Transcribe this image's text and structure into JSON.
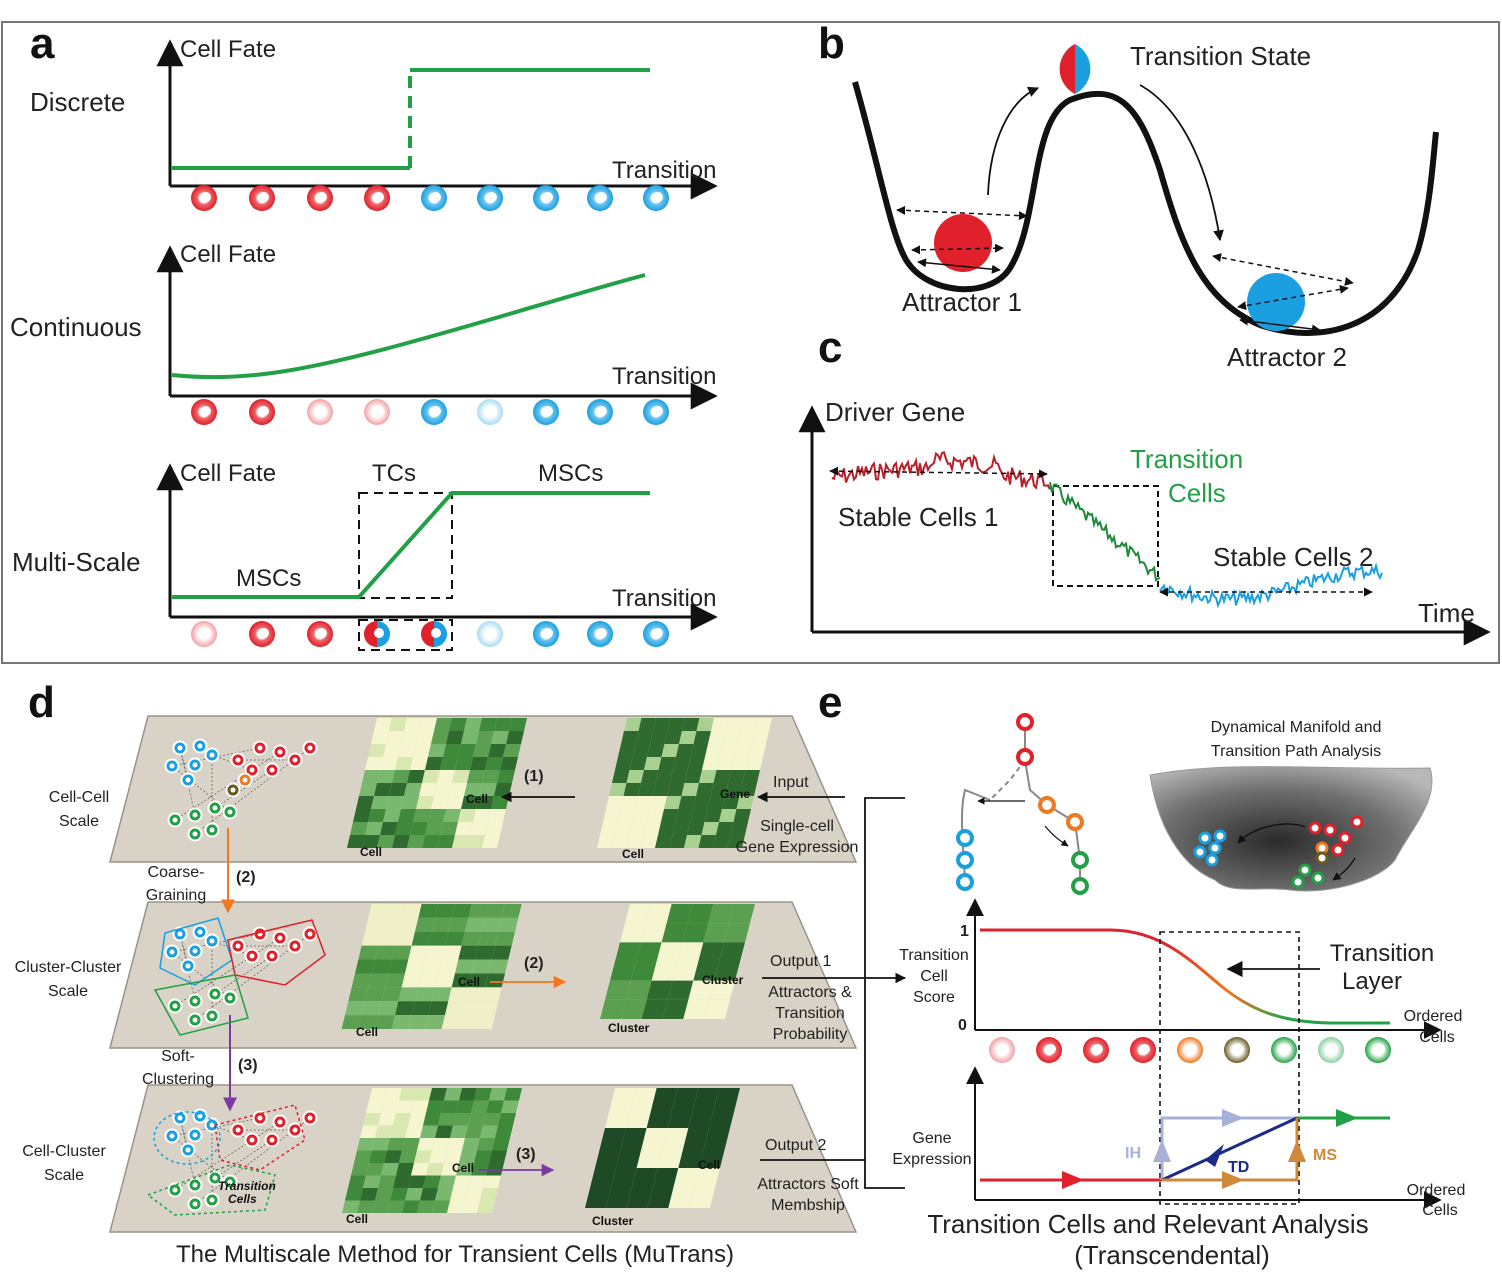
{
  "panels": {
    "a": {
      "letter": "a",
      "rows": [
        {
          "name": "Discrete",
          "ylabel": "Cell Fate",
          "xlabel": "Transition"
        },
        {
          "name": "Continuous",
          "ylabel": "Cell Fate",
          "xlabel": "Transition"
        },
        {
          "name": "Multi-Scale",
          "ylabel": "Cell Fate",
          "xlabel": "Transition",
          "tcs": "TCs",
          "mscs_right": "MSCs",
          "mscs_left": "MSCs"
        }
      ]
    },
    "b": {
      "letter": "b",
      "transition_state": "Transition State",
      "attractor1": "Attractor 1",
      "attractor2": "Attractor 2"
    },
    "c": {
      "letter": "c",
      "ylabel": "Driver Gene",
      "xlabel": "Time",
      "stable1": "Stable Cells 1",
      "stable2": "Stable Cells 2",
      "transition_line1": "Transition",
      "transition_line2": "Cells"
    },
    "d": {
      "letter": "d",
      "scale1": [
        "Cell-Cell",
        "Scale"
      ],
      "scale2": [
        "Cluster-Cluster",
        "Scale"
      ],
      "scale3": [
        "Cell-Cluster",
        "Scale"
      ],
      "coarse": [
        "Coarse-",
        "Graining"
      ],
      "soft": [
        "Soft-",
        "Clustering"
      ],
      "step1": "(1)",
      "step2": "(2)",
      "step3": "(3)",
      "input": "Input",
      "input_sub": [
        "Single-cell",
        "Gene Expression"
      ],
      "output1": "Output 1",
      "output1_sub": [
        "Attractors &",
        "Transition",
        "Probability"
      ],
      "output2": "Output 2",
      "output2_sub": [
        "Attractors Soft",
        "Membship"
      ],
      "heat_cell": "Cell",
      "heat_gene": "Gene",
      "heat_cluster": "Cluster",
      "transition_cells": [
        "Transition",
        "Cells"
      ],
      "title": "The Multiscale Method for Transient Cells (MuTrans)"
    },
    "e": {
      "letter": "e",
      "manifold_title": [
        "Dynamical Manifold and",
        "Transition Path Analysis"
      ],
      "score_label": [
        "Transition",
        "Cell",
        "Score"
      ],
      "y1": "1",
      "y0": "0",
      "ordered_cells": [
        "Ordered",
        "Cells"
      ],
      "layer": [
        "Transition",
        "Layer"
      ],
      "gene_expression": [
        "Gene",
        "Expression"
      ],
      "ih": "IH",
      "td": "TD",
      "ms": "MS",
      "title": [
        "Transition Cells and Relevant Analysis",
        "(Transcendental)"
      ]
    }
  },
  "colors": {
    "green": "#22a045",
    "red": "#e0202a",
    "blue": "#1aa0e0",
    "orange": "#f07820",
    "purple": "#7a3aa0",
    "navy": "#1a2a8a",
    "tan": "#d0883a",
    "lavender": "#a8b0d8",
    "plane": "#d9d2c6"
  }
}
